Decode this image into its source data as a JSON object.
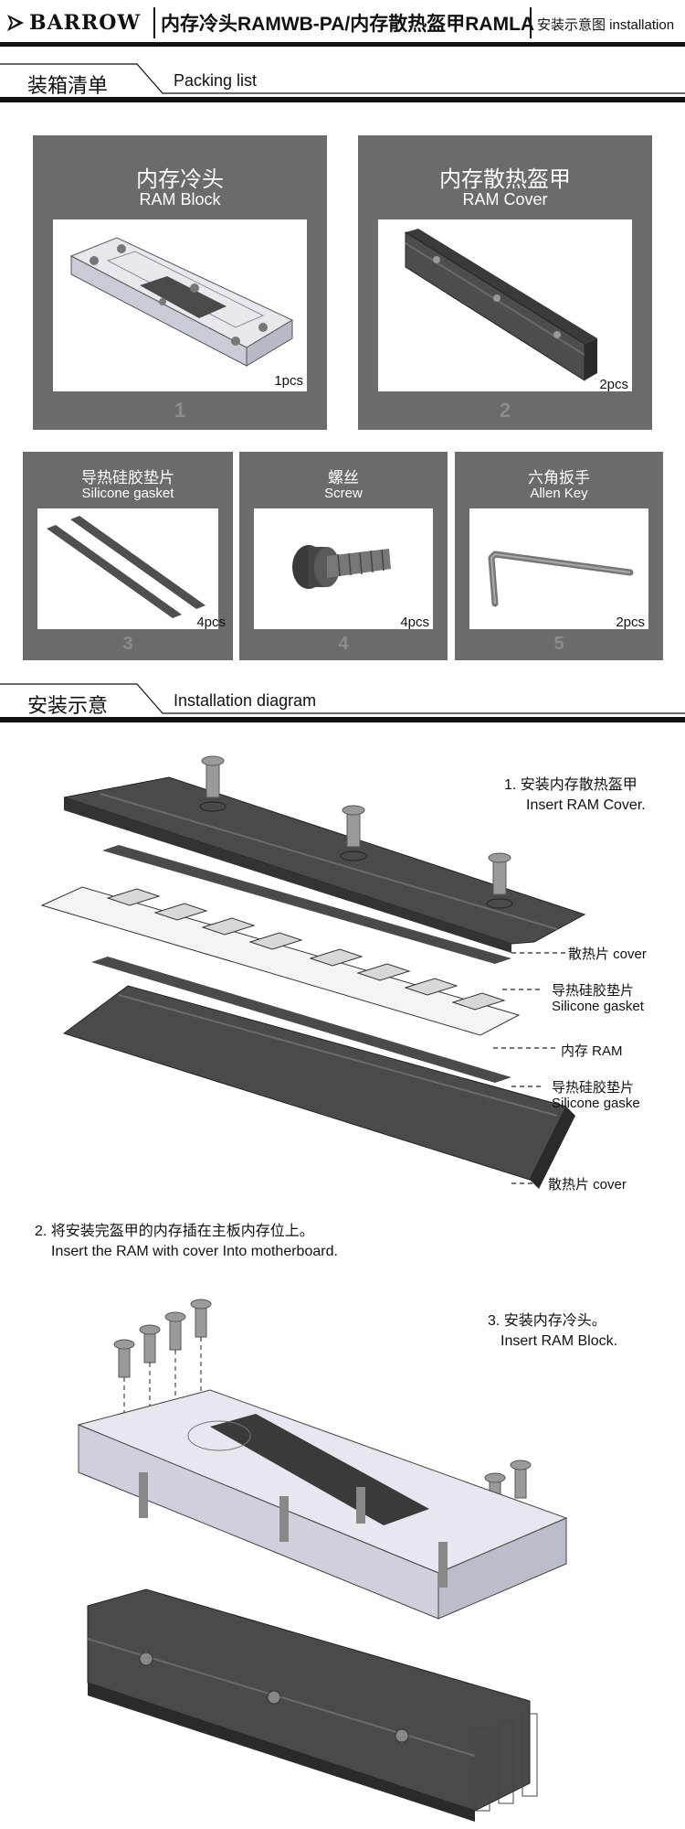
{
  "header": {
    "brand": "BARROW",
    "title": "内存冷头RAMWB-PA/内存散热盔甲RAMLA",
    "subtitle": "安装示意图 installation"
  },
  "packing": {
    "zh": "装箱清单",
    "en": "Packing list",
    "items": [
      {
        "zh": "内存冷头",
        "en": "RAM Block",
        "qty": "1pcs",
        "num": "1"
      },
      {
        "zh": "内存散热盔甲",
        "en": "RAM Cover",
        "qty": "2pcs",
        "num": "2"
      },
      {
        "zh": "导热硅胶垫片",
        "en": "Silicone gasket",
        "qty": "4pcs",
        "num": "3"
      },
      {
        "zh": "螺丝",
        "en": "Screw",
        "qty": "4pcs",
        "num": "4"
      },
      {
        "zh": "六角扳手",
        "en": "Allen Key",
        "qty": "2pcs",
        "num": "5"
      }
    ]
  },
  "install": {
    "zh": "安装示意",
    "en": "Installation diagram",
    "step1": {
      "zh": "1. 安装内存散热盔甲",
      "en": "Insert RAM Cover."
    },
    "labels": {
      "cover_top": "散热片 cover",
      "gasket_top_zh": "导热硅胶垫片",
      "gasket_top_en": "Silicone gasket",
      "ram": "内存 RAM",
      "gasket_bottom_zh": "导热硅胶垫片",
      "gasket_bottom_en": "Silicone gaske",
      "cover_bottom": "散热片 cover"
    },
    "step2": {
      "zh": "2. 将安装完盔甲的内存插在主板内存位上。",
      "en": "Insert the RAM with cover Into  motherboard."
    },
    "step3": {
      "zh": "3. 安装内存冷头。",
      "en": "Insert RAM Block."
    }
  }
}
